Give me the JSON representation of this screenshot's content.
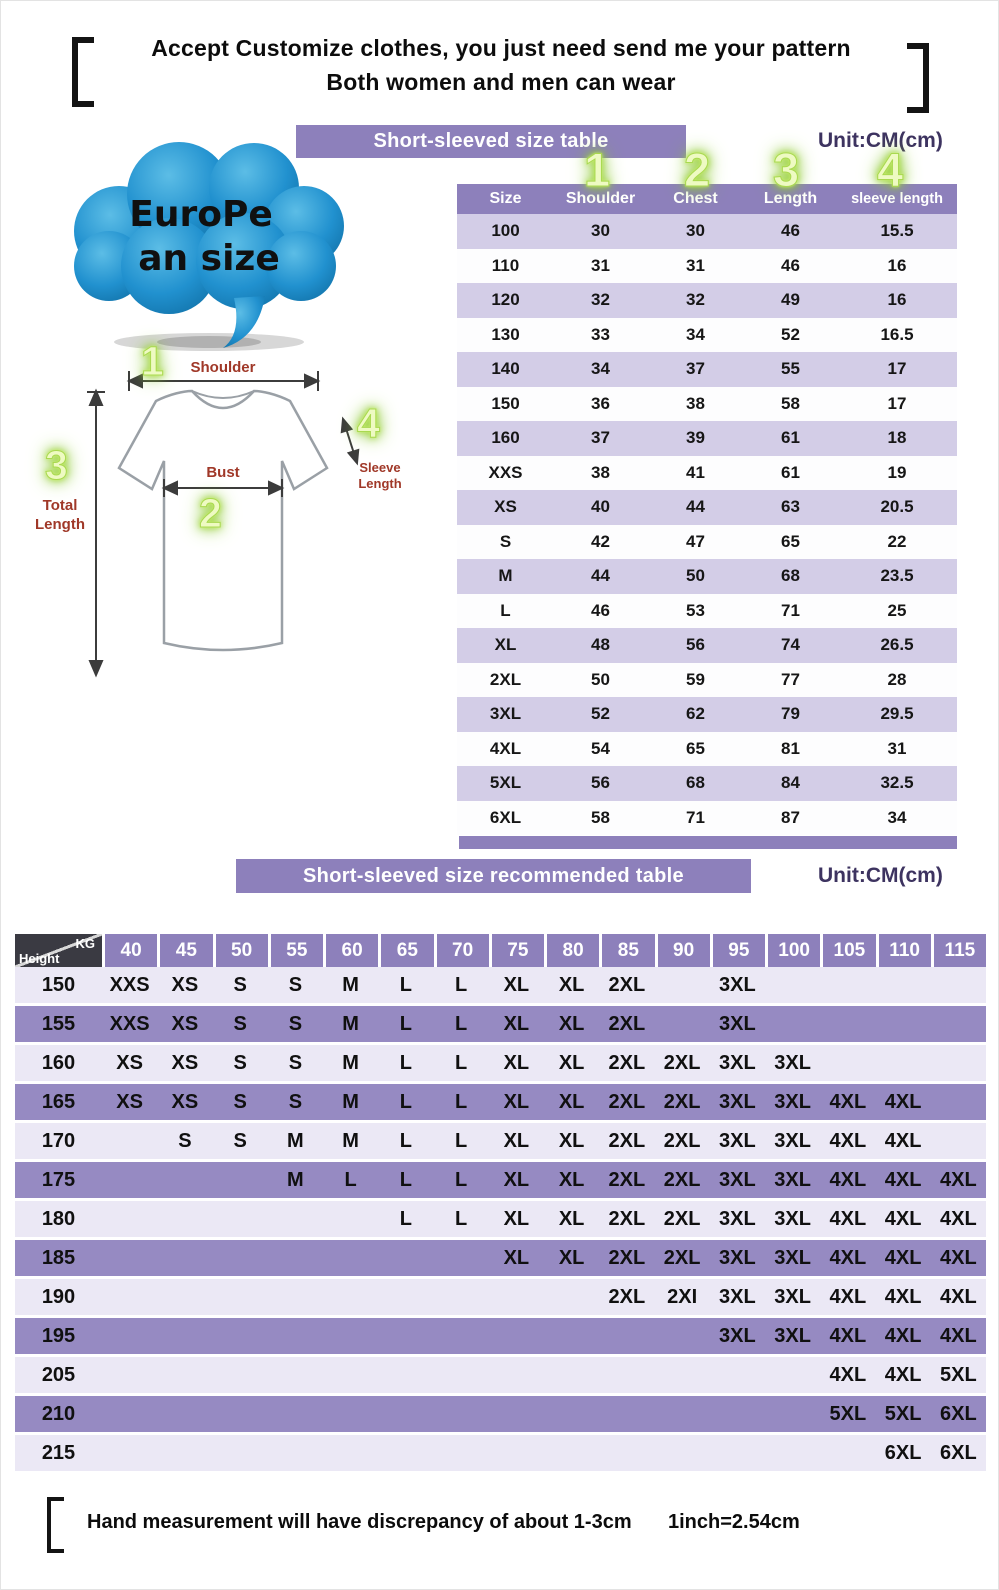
{
  "header": {
    "line1": "Accept Customize clothes, you just need send me your pattern",
    "line2": "Both women and men can wear"
  },
  "cloud": {
    "line1": "EuroPe",
    "line2": "an size"
  },
  "markers": {
    "values": [
      "1",
      "2",
      "3",
      "4"
    ]
  },
  "diagram": {
    "shoulder_label": "Shoulder",
    "bust_label": "Bust",
    "total_length_line1": "Total",
    "total_length_line2": "Length",
    "sleeve_line1": "Sleeve",
    "sleeve_line2": "Length"
  },
  "size_table": {
    "banner": "Short-sleeved size  table",
    "unit": "Unit:CM(cm)"
  },
  "recommend_table": {
    "banner": "Short-sleeved size recommended table",
    "unit": "Unit:CM(cm)",
    "corner_top": "KG",
    "corner_bottom": "Height"
  },
  "footer": {
    "note": "Hand measurement will have discrepancy of about  1-3cm",
    "conversion": "1inch=2.54cm"
  },
  "colors": {
    "purple": "#8d80bb",
    "lavender_row": "#d3cde7",
    "recommend_purple_row": "#968ac2",
    "recommend_light_row": "#ebe8f5",
    "green_marker": "#9ed63a",
    "label_red": "#a03828",
    "cloud_blue": "#2191cf",
    "unit_text": "#3d3360"
  },
  "chart_data": [
    {
      "type": "table",
      "title": "Short-sleeved size  table",
      "unit": "CM",
      "columns": [
        "Size",
        "Shoulder",
        "Chest",
        "Length",
        "sleeve length"
      ],
      "rows": [
        [
          "100",
          "30",
          "30",
          "46",
          "15.5"
        ],
        [
          "110",
          "31",
          "31",
          "46",
          "16"
        ],
        [
          "120",
          "32",
          "32",
          "49",
          "16"
        ],
        [
          "130",
          "33",
          "34",
          "52",
          "16.5"
        ],
        [
          "140",
          "34",
          "37",
          "55",
          "17"
        ],
        [
          "150",
          "36",
          "38",
          "58",
          "17"
        ],
        [
          "160",
          "37",
          "39",
          "61",
          "18"
        ],
        [
          "XXS",
          "38",
          "41",
          "61",
          "19"
        ],
        [
          "XS",
          "40",
          "44",
          "63",
          "20.5"
        ],
        [
          "S",
          "42",
          "47",
          "65",
          "22"
        ],
        [
          "M",
          "44",
          "50",
          "68",
          "23.5"
        ],
        [
          "L",
          "46",
          "53",
          "71",
          "25"
        ],
        [
          "XL",
          "48",
          "56",
          "74",
          "26.5"
        ],
        [
          "2XL",
          "50",
          "59",
          "77",
          "28"
        ],
        [
          "3XL",
          "52",
          "62",
          "79",
          "29.5"
        ],
        [
          "4XL",
          "54",
          "65",
          "81",
          "31"
        ],
        [
          "5XL",
          "56",
          "68",
          "84",
          "32.5"
        ],
        [
          "6XL",
          "58",
          "71",
          "87",
          "34"
        ]
      ]
    },
    {
      "type": "table",
      "title": "Short-sleeved size recommended table",
      "unit": "CM",
      "col_header": "KG",
      "row_header": "Height",
      "weights": [
        "40",
        "45",
        "50",
        "55",
        "60",
        "65",
        "70",
        "75",
        "80",
        "85",
        "90",
        "95",
        "100",
        "105",
        "110",
        "115"
      ],
      "rows": [
        {
          "height": "150",
          "cells": [
            "XXS",
            "XS",
            "S",
            "S",
            "M",
            "L",
            "L",
            "XL",
            "XL",
            "2XL",
            "",
            "3XL",
            "",
            "",
            "",
            ""
          ]
        },
        {
          "height": "155",
          "cells": [
            "XXS",
            "XS",
            "S",
            "S",
            "M",
            "L",
            "L",
            "XL",
            "XL",
            "2XL",
            "",
            "3XL",
            "",
            "",
            "",
            ""
          ]
        },
        {
          "height": "160",
          "cells": [
            "XS",
            "XS",
            "S",
            "S",
            "M",
            "L",
            "L",
            "XL",
            "XL",
            "2XL",
            "2XL",
            "3XL",
            "3XL",
            "",
            "",
            ""
          ]
        },
        {
          "height": "165",
          "cells": [
            "XS",
            "XS",
            "S",
            "S",
            "M",
            "L",
            "L",
            "XL",
            "XL",
            "2XL",
            "2XL",
            "3XL",
            "3XL",
            "4XL",
            "4XL",
            ""
          ]
        },
        {
          "height": "170",
          "cells": [
            "",
            "S",
            "S",
            "M",
            "M",
            "L",
            "L",
            "XL",
            "XL",
            "2XL",
            "2XL",
            "3XL",
            "3XL",
            "4XL",
            "4XL",
            ""
          ]
        },
        {
          "height": "175",
          "cells": [
            "",
            "",
            "",
            "M",
            "L",
            "L",
            "L",
            "XL",
            "XL",
            "2XL",
            "2XL",
            "3XL",
            "3XL",
            "4XL",
            "4XL",
            "4XL"
          ]
        },
        {
          "height": "180",
          "cells": [
            "",
            "",
            "",
            "",
            "",
            "L",
            "L",
            "XL",
            "XL",
            "2XL",
            "2XL",
            "3XL",
            "3XL",
            "4XL",
            "4XL",
            "4XL"
          ]
        },
        {
          "height": "185",
          "cells": [
            "",
            "",
            "",
            "",
            "",
            "",
            "",
            "XL",
            "XL",
            "2XL",
            "2XL",
            "3XL",
            "3XL",
            "4XL",
            "4XL",
            "4XL"
          ]
        },
        {
          "height": "190",
          "cells": [
            "",
            "",
            "",
            "",
            "",
            "",
            "",
            "",
            "",
            "2XL",
            "2XI",
            "3XL",
            "3XL",
            "4XL",
            "4XL",
            "4XL"
          ]
        },
        {
          "height": "195",
          "cells": [
            "",
            "",
            "",
            "",
            "",
            "",
            "",
            "",
            "",
            "",
            "",
            "3XL",
            "3XL",
            "4XL",
            "4XL",
            "4XL"
          ]
        },
        {
          "height": "205",
          "cells": [
            "",
            "",
            "",
            "",
            "",
            "",
            "",
            "",
            "",
            "",
            "",
            "",
            "",
            "4XL",
            "4XL",
            "5XL"
          ]
        },
        {
          "height": "210",
          "cells": [
            "",
            "",
            "",
            "",
            "",
            "",
            "",
            "",
            "",
            "",
            "",
            "",
            "",
            "5XL",
            "5XL",
            "6XL"
          ]
        },
        {
          "height": "215",
          "cells": [
            "",
            "",
            "",
            "",
            "",
            "",
            "",
            "",
            "",
            "",
            "",
            "",
            "",
            "",
            "6XL",
            "6XL"
          ]
        }
      ]
    }
  ]
}
